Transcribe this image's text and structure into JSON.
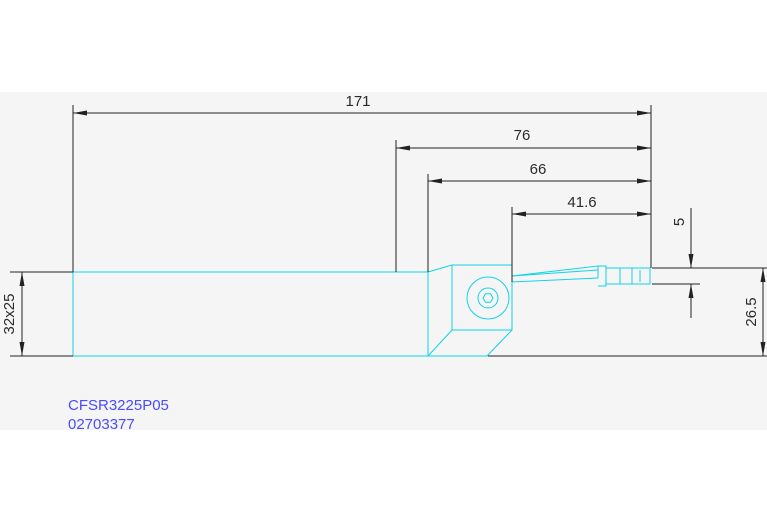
{
  "dimensions": {
    "overall_length": "171",
    "length_76": "76",
    "length_66": "66",
    "length_41_6": "41.6",
    "blade_width": "5",
    "shank_section": "32x25",
    "height_26_5": "26.5"
  },
  "part": {
    "code": "CFSR3225P05",
    "number": "02703377"
  },
  "colors": {
    "outline": "#11d4e8",
    "dimension": "#222222",
    "part_text": "#4b4bff",
    "background": "#f5f5f5"
  }
}
